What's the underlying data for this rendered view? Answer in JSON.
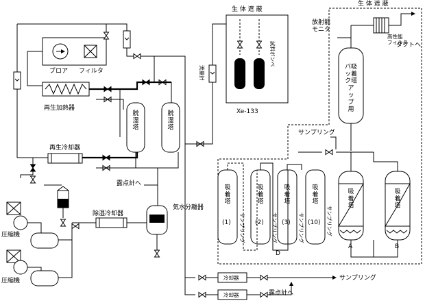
{
  "labels": {
    "bio_shield_top_left": "生 体 遮 蔽",
    "bio_shield_top_right": "生 体 遮 蔽",
    "to_duct": "ダクトへ",
    "radiation_monitor": "放射能\nモニタ",
    "hepa_filter": "高性能\nフィルタ",
    "backup_tower": "バ吸\nッ着\nク塔\nア\nッ\nプ\n用",
    "flowmeter": "流量計",
    "sample_cylinder": "試料ボンベ",
    "xe_label": "Xe-133",
    "blower": "ブロア",
    "filter": "フィルタ",
    "regen_heater": "再生加熱器",
    "dehumid_tower_1": "脱\n湿\n塔",
    "dehumid_tower_2": "脱\n湿\n塔",
    "regen_cooler": "再生冷却器",
    "dewpoint_meter_1": "露点計へ",
    "dehumid_cooler": "除湿冷却器",
    "steam_water_separator": "気水分離器",
    "compressor_1": "圧縮機",
    "compressor_2": "圧縮機",
    "sampling_1": "サンプリング",
    "adsorber_1": "吸\n着\n塔",
    "adsorber_2": "吸\n着\n塔",
    "adsorber_3": "吸\n着\n塔",
    "adsorber_10": "吸\n着\n塔",
    "adsorber_A": "吸\n着\n塔",
    "adsorber_B": "吸\n着\n塔",
    "num_1": "(1)",
    "num_2": "(2)",
    "num_3": "(3)",
    "num_10": "(10)",
    "letter_A": "A",
    "letter_B": "B",
    "letter_D": "D",
    "sampling_small_1": "サンプリング",
    "sampling_small_2": "サンプリング",
    "sampling_small_3": "サンプリング",
    "sampling_small_4": "サンプリング",
    "cooler_1": "冷却器",
    "cooler_2": "冷却器",
    "sampling_2": "サンプリング",
    "dewpoint_meter_2": "露点計へ"
  }
}
